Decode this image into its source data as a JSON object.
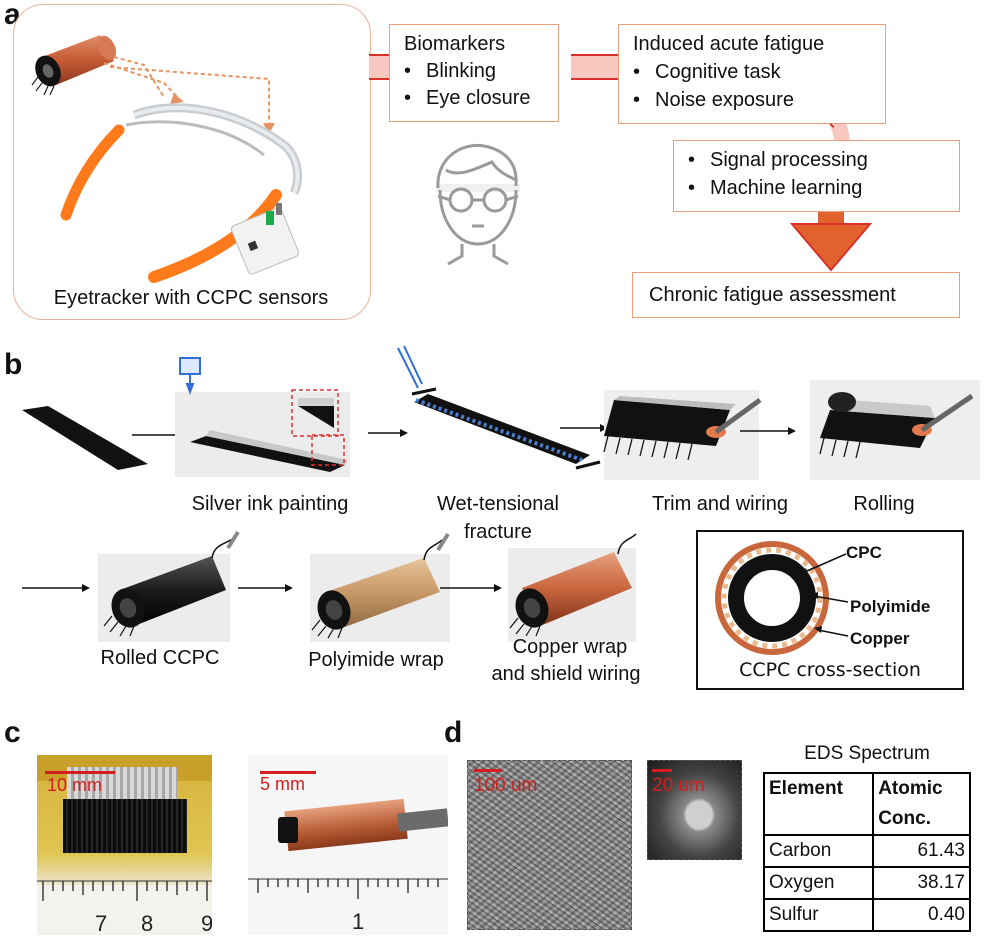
{
  "panels": {
    "a": "a",
    "b": "b",
    "c": "c",
    "d": "d"
  },
  "panel_a": {
    "device_caption": "Eyetracker with CCPC sensors",
    "biomarkers": {
      "title": "Biomarkers",
      "items": [
        "Blinking",
        "Eye closure"
      ]
    },
    "fatigue": {
      "title": "Induced acute fatigue",
      "items": [
        "Cognitive task",
        "Noise exposure"
      ]
    },
    "processing": {
      "items": [
        "Signal processing",
        "Machine learning"
      ]
    },
    "result": "Chronic fatigue assessment",
    "colors": {
      "accent": "#d9302a",
      "box_border": "#e9a07a",
      "arrow_fill": "#e2622e",
      "frame_fill": "#ff7a1a"
    }
  },
  "panel_b": {
    "steps": {
      "silver": "Silver ink painting",
      "wet_line1": "Wet-tensional",
      "wet_line2": "fracture",
      "trim": "Trim and wiring",
      "rolling": "Rolling",
      "rolled": "Rolled CCPC",
      "polyimide": "Polyimide wrap",
      "copper_line1": "Copper wrap",
      "copper_line2": "and shield wiring"
    },
    "cross_section": {
      "cpc": "CPC",
      "polyimide": "Polyimide",
      "copper": "Copper",
      "caption": "CCPC cross-section"
    },
    "colors": {
      "copper": "#c9673c",
      "polyimide": "#c79a68",
      "cpc": "#111111"
    }
  },
  "panel_c": {
    "scale_left": "10 mm",
    "scale_right": "5 mm",
    "ruler_left": [
      "7",
      "8",
      "9"
    ],
    "ruler_right": [
      "1"
    ]
  },
  "panel_d": {
    "scale_sem1": "100 um",
    "scale_sem2": "20 um",
    "table_title": "EDS Spectrum",
    "header": {
      "element": "Element",
      "conc_line1": "Atomic",
      "conc_line2": "Conc."
    },
    "rows": [
      {
        "element": "Carbon",
        "value": "61.43"
      },
      {
        "element": "Oxygen",
        "value": "38.17"
      },
      {
        "element": "Sulfur",
        "value": "0.40"
      }
    ]
  }
}
